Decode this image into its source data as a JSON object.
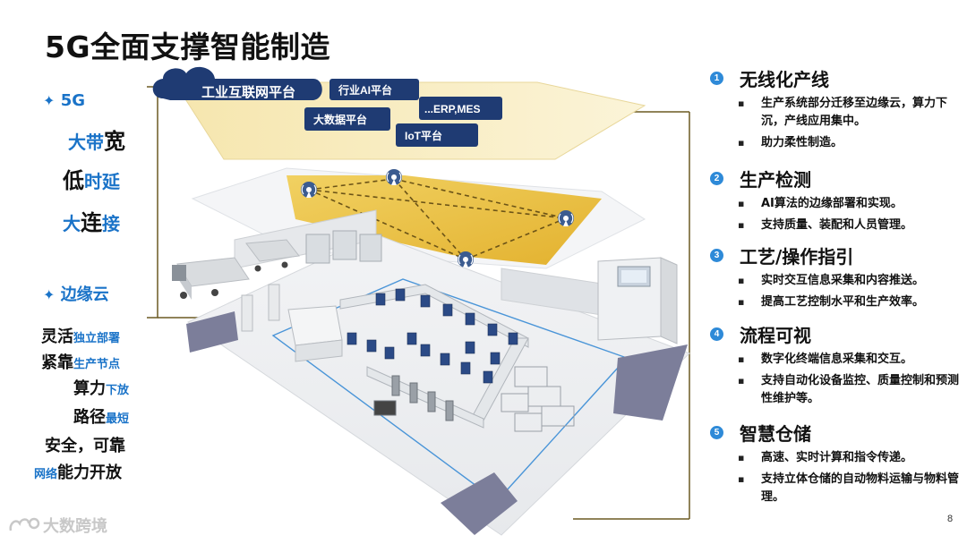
{
  "title": "5G全面支撑智能制造",
  "left": {
    "fiveg": "5G",
    "l1a": "大带",
    "l1b": "宽",
    "l2a": "低",
    "l2b": "时延",
    "l3a": "大",
    "l3b": "连",
    "l3c": "接",
    "edge": "边缘云",
    "e1a": "灵活",
    "e1b": "独立部署",
    "e2a": "紧靠",
    "e2b": "生产节点",
    "e3a": "算力",
    "e3b": "下放",
    "e4a": "路径",
    "e4b": "最短",
    "e5": "安全，可靠",
    "e6a": "网络",
    "e6b": "能力开放"
  },
  "platforms": {
    "industrial": "工业互联网平台",
    "ai": "行业AI平台",
    "erp": "...ERP,MES",
    "bigdata": "大数据平台",
    "iot": "IoT平台"
  },
  "sections": [
    {
      "num": "1",
      "title": "无线化产线",
      "bullets": [
        "生产系统部分迁移至边缘云，算力下沉，产线应用集中。",
        "助力柔性制造。"
      ]
    },
    {
      "num": "2",
      "title": "生产检测",
      "bullets": [
        "AI算法的边缘部署和实现。",
        "支持质量、装配和人员管理。"
      ]
    },
    {
      "num": "3",
      "title": "工艺/操作指引",
      "bullets": [
        "实时交互信息采集和内容推送。",
        "提高工艺控制水平和生产效率。"
      ]
    },
    {
      "num": "4",
      "title": "流程可视",
      "bullets": [
        "数字化终端信息采集和交互。",
        "支持自动化设备监控、质量控制和预测性维护等。"
      ]
    },
    {
      "num": "5",
      "title": "智慧仓储",
      "bullets": [
        "高速、实时计算和指令传递。",
        "支持立体仓储的自动物料运输与物料管理。"
      ]
    }
  ],
  "footer": {
    "brand": "大数跨境",
    "page": "8"
  },
  "colors": {
    "accent": "#1a73c8",
    "navy": "#1f3b73",
    "gold": "#e9bd3a",
    "bracket": "#5a4a1a"
  }
}
